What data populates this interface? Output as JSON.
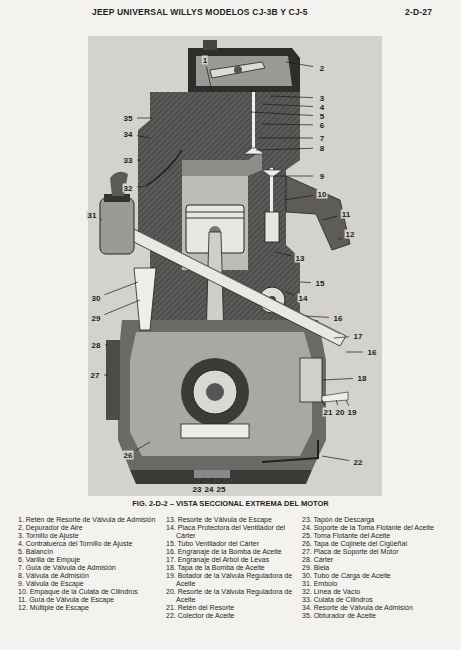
{
  "diagram": {
    "title": "JEEP UNIVERSAL WILLYS MODELOS CJ-3B Y CJ-5",
    "caption": "FIG. 2-D-2 – VISTA SECCIONAL EXTREMA DEL MOTOR",
    "labels": [
      "2-D-27",
      "1",
      "2",
      "3",
      "4",
      "5",
      "6",
      "7",
      "8",
      "9",
      "10",
      "11",
      "12",
      "13",
      "14",
      "15",
      "16",
      "17",
      "18",
      "19",
      "20",
      "21",
      "22",
      "23",
      "24",
      "25",
      "26",
      "27",
      "28",
      "29",
      "30",
      "31",
      "32",
      "33",
      "34",
      "35",
      "16",
      "1. Retén de Resorte de Válvula de Admisión",
      "2. Depurador de Aire",
      "3. Tornillo de Ajuste",
      "4. Contratuerca del Tornillo de Ajuste",
      "5. Balancín",
      "6. Varilla de Empuje",
      "7. Guía de Válvula de Admisión",
      "8. Válvula de Admisión",
      "9. Válvula de Escape",
      "10. Empaque de la Culata de Cilindros",
      "11. Guía de Válvula de Escape",
      "12. Múltiple de Escape",
      "13. Resorte de Válvula de Escape",
      "14. Placa Protectora del Ventilador del Cárter",
      "15. Tubo Ventilador del Cárter",
      "16. Engranaje de la Bomba de Aceite",
      "17. Engranaje del Arbol de Levas",
      "18. Tapa de la Bomba de Aceite",
      "19. Botador de la Válvula Reguladora de Aceite",
      "20. Resorte de la Válvula Reguladora de Aceite",
      "21. Retén del Resorte",
      "22. Colector de Aceite",
      "23. Tapón de Descarga",
      "24. Soporte de la Toma Flotante del Aceite",
      "25. Toma Flotante del Aceite",
      "26. Tapa de Cojinete del Cigüeñal",
      "27. Placa de Soporte del Motor",
      "28. Cárter",
      "29. Biela",
      "30. Tubo de Carga de Aceite",
      "31. Embolo",
      "32. Línea de Vacío",
      "33. Culata de Cilindros",
      "34. Resorte de Válvula de Admisión",
      "35. Obturador de Aceite"
    ]
  }
}
